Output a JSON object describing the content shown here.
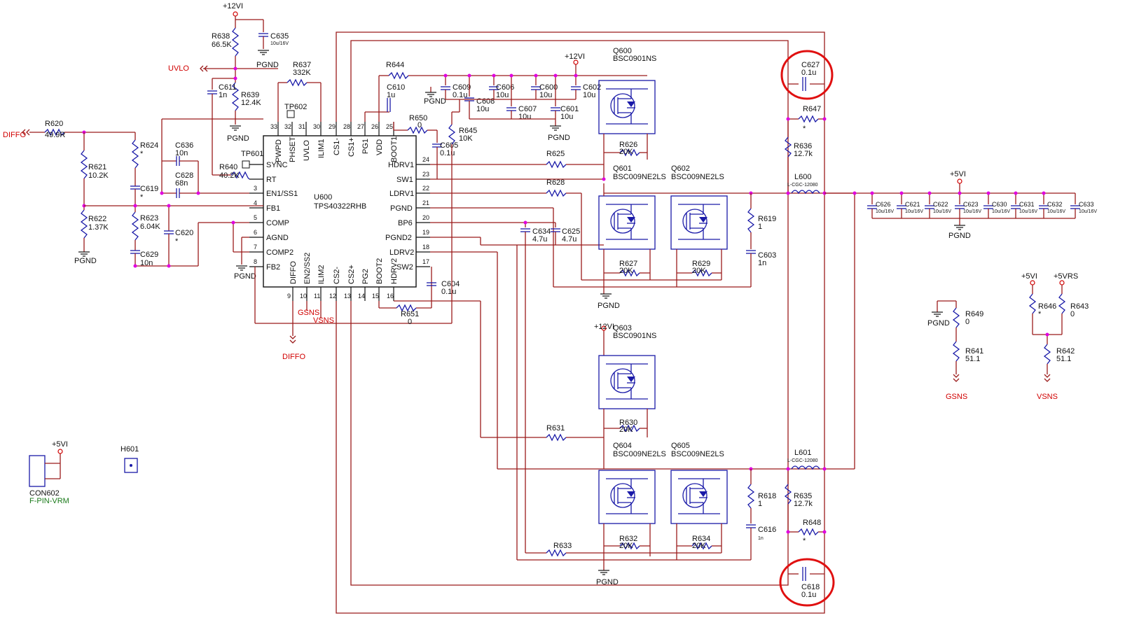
{
  "ic": {
    "ref": "U600",
    "part": "TPS40322RHB",
    "left_pins": [
      {
        "num": "",
        "name": "SYNC"
      },
      {
        "num": "",
        "name": "RT"
      },
      {
        "num": "3",
        "name": "EN1/SS1"
      },
      {
        "num": "4",
        "name": "FB1"
      },
      {
        "num": "5",
        "name": "COMP"
      },
      {
        "num": "6",
        "name": "AGND"
      },
      {
        "num": "7",
        "name": "COMP2"
      },
      {
        "num": "8",
        "name": "FB2"
      }
    ],
    "right_pins": [
      {
        "num": "24",
        "name": "HDRV1"
      },
      {
        "num": "23",
        "name": "SW1"
      },
      {
        "num": "22",
        "name": "LDRV1"
      },
      {
        "num": "21",
        "name": "PGND"
      },
      {
        "num": "20",
        "name": "BP6"
      },
      {
        "num": "19",
        "name": "PGND2"
      },
      {
        "num": "18",
        "name": "LDRV2"
      },
      {
        "num": "17",
        "name": "SW2"
      }
    ],
    "top_pins": [
      {
        "num": "33",
        "name": "PWPD"
      },
      {
        "num": "32",
        "name": "PHSET"
      },
      {
        "num": "31",
        "name": "UVLO"
      },
      {
        "num": "30",
        "name": "ILIM1"
      },
      {
        "num": "29",
        "name": "CS1-"
      },
      {
        "num": "28",
        "name": "CS1+"
      },
      {
        "num": "27",
        "name": "PG1"
      },
      {
        "num": "26",
        "name": "VDD"
      },
      {
        "num": "25",
        "name": "BOOT1"
      }
    ],
    "bottom_pins": [
      {
        "num": "9",
        "name": "DIFFO"
      },
      {
        "num": "10",
        "name": "EN2/SS2"
      },
      {
        "num": "11",
        "name": "ILIM2"
      },
      {
        "num": "12",
        "name": "CS2-"
      },
      {
        "num": "13",
        "name": "CS2+"
      },
      {
        "num": "14",
        "name": "PG2"
      },
      {
        "num": "15",
        "name": "BOOT2"
      },
      {
        "num": "16",
        "name": "HDRV2"
      }
    ]
  },
  "power": {
    "p12": "+12VI",
    "p5": "+5VI",
    "p5rs": "+5VRS",
    "pgnd": "PGND"
  },
  "nets": {
    "uvlo": "UVLO",
    "diffo": "DIFFO",
    "gsns": "GSNS",
    "vsns": "VSNS"
  },
  "testpoints": {
    "tp601": "TP601",
    "tp602": "TP602"
  },
  "resistors": {
    "r620": {
      "ref": "R620",
      "val": "49.9R"
    },
    "r621": {
      "ref": "R621",
      "val": "10.2K"
    },
    "r622": {
      "ref": "R622",
      "val": "1.37K"
    },
    "r624": {
      "ref": "R624",
      "val": "*"
    },
    "r623": {
      "ref": "R623",
      "val": "6.04K"
    },
    "r638": {
      "ref": "R638",
      "val": "66.5K"
    },
    "r639": {
      "ref": "R639",
      "val": "12.4K"
    },
    "r637": {
      "ref": "R637",
      "val": "332K"
    },
    "r640": {
      "ref": "R640",
      "val": "40.2K"
    },
    "r644": {
      "ref": "R644",
      "val": ""
    },
    "r650": {
      "ref": "R650",
      "val": "0"
    },
    "r645": {
      "ref": "R645",
      "val": "10K"
    },
    "r625": {
      "ref": "R625",
      "val": ""
    },
    "r628": {
      "ref": "R628",
      "val": ""
    },
    "r626": {
      "ref": "R626",
      "val": "20K"
    },
    "r627": {
      "ref": "R627",
      "val": "20K"
    },
    "r629": {
      "ref": "R629",
      "val": "20K"
    },
    "r619": {
      "ref": "R619",
      "val": "1"
    },
    "r651": {
      "ref": "R651",
      "val": "0"
    },
    "r647": {
      "ref": "R647",
      "val": "*"
    },
    "r636": {
      "ref": "R636",
      "val": "12.7k"
    },
    "r631": {
      "ref": "R631",
      "val": ""
    },
    "r630": {
      "ref": "R630",
      "val": "20K"
    },
    "r618": {
      "ref": "R618",
      "val": "1"
    },
    "r635": {
      "ref": "R635",
      "val": "12.7k"
    },
    "r648": {
      "ref": "R648",
      "val": "*"
    },
    "r632": {
      "ref": "R632",
      "val": "20K"
    },
    "r634": {
      "ref": "R634",
      "val": "20K"
    },
    "r633": {
      "ref": "R633",
      "val": ""
    },
    "r649": {
      "ref": "R649",
      "val": "0"
    },
    "r641": {
      "ref": "R641",
      "val": "51.1"
    },
    "r646": {
      "ref": "R646",
      "val": "*"
    },
    "r643": {
      "ref": "R643",
      "val": "0"
    },
    "r642": {
      "ref": "R642",
      "val": "51.1"
    }
  },
  "capacitors": {
    "c635": {
      "ref": "C635",
      "val": "10u/16V"
    },
    "c611": {
      "ref": "C611",
      "val": "1n"
    },
    "c636": {
      "ref": "C636",
      "val": "10n"
    },
    "c628": {
      "ref": "C628",
      "val": "68n"
    },
    "c619": {
      "ref": "C619",
      "val": "*"
    },
    "c620": {
      "ref": "C620",
      "val": "*"
    },
    "c629": {
      "ref": "C629",
      "val": "10n"
    },
    "c610": {
      "ref": "C610",
      "val": "1u"
    },
    "c609": {
      "ref": "C609",
      "val": "0.1u"
    },
    "c608": {
      "ref": "C608",
      "val": "10u"
    },
    "c606": {
      "ref": "C606",
      "val": "10u"
    },
    "c607": {
      "ref": "C607",
      "val": "10u"
    },
    "c600": {
      "ref": "C600",
      "val": "10u"
    },
    "c601": {
      "ref": "C601",
      "val": "10u"
    },
    "c602": {
      "ref": "C602",
      "val": "10u"
    },
    "c605": {
      "ref": "C605",
      "val": "0.1u"
    },
    "c634": {
      "ref": "C634",
      "val": "4.7u"
    },
    "c625": {
      "ref": "C625",
      "val": "4.7u"
    },
    "c603": {
      "ref": "C603",
      "val": "1n"
    },
    "c604": {
      "ref": "C604",
      "val": "0.1u"
    },
    "c627": {
      "ref": "C627",
      "val": "0.1u"
    },
    "c616": {
      "ref": "C616",
      "val": "1n"
    },
    "c618": {
      "ref": "C618",
      "val": "0.1u"
    },
    "out": [
      {
        "ref": "C626",
        "val": "10u/16V"
      },
      {
        "ref": "C621",
        "val": "10u/16V"
      },
      {
        "ref": "C622",
        "val": "10u/16V"
      },
      {
        "ref": "C623",
        "val": "10u/16V"
      },
      {
        "ref": "C630",
        "val": "10u/16V"
      },
      {
        "ref": "C631",
        "val": "10u/16V"
      },
      {
        "ref": "C632",
        "val": "10u/16V"
      },
      {
        "ref": "C633",
        "val": "10u/16V"
      }
    ]
  },
  "mosfets": {
    "q600": {
      "ref": "Q600",
      "part": "BSC0901NS"
    },
    "q601": {
      "ref": "Q601",
      "part": "BSC009NE2LS"
    },
    "q602": {
      "ref": "Q602",
      "part": "BSC009NE2LS"
    },
    "q603": {
      "ref": "Q603",
      "part": "BSC0901NS"
    },
    "q604": {
      "ref": "Q604",
      "part": "BSC009NE2LS"
    },
    "q605": {
      "ref": "Q605",
      "part": "BSC009NE2LS"
    }
  },
  "inductors": {
    "l600": {
      "ref": "L600",
      "part": "L-CGC-12080"
    },
    "l601": {
      "ref": "L601",
      "part": "L-CGC-12080"
    }
  },
  "misc": {
    "h601": "H601",
    "con602": "CON602",
    "con602_part": "F-PIN-VRM"
  },
  "colors": {
    "wire": "#9b1b1b",
    "component": "#1a1aa8",
    "junction": "#e000e0",
    "netlabel": "#d10000",
    "highlight": "#e01010"
  }
}
